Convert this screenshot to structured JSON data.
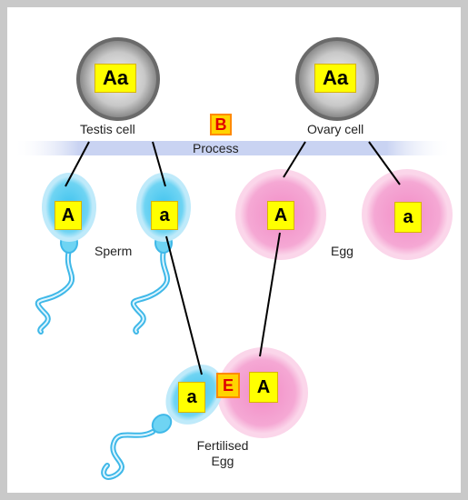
{
  "parents": {
    "testis": {
      "genotype": "Aa",
      "label": "Testis cell"
    },
    "ovary": {
      "genotype": "Aa",
      "label": "Ovary cell"
    }
  },
  "process": {
    "tag": "B",
    "label": "Process"
  },
  "sperm": {
    "alleles": [
      "A",
      "a"
    ],
    "label": "Sperm"
  },
  "eggs": {
    "alleles": [
      "A",
      "a"
    ],
    "label": "Egg"
  },
  "fertilised": {
    "sperm_allele": "a",
    "egg_allele": "A",
    "tag": "E",
    "label_line1": "Fertilised",
    "label_line2": "Egg"
  },
  "colors": {
    "background": "#c9c9c9",
    "cell_grey": "#9a9a9a",
    "sperm_blue": "#5fcff0",
    "egg_pink": "#f09ccc",
    "allele_box": "#ffff00",
    "tag_fill": "#ffd400",
    "tag_text": "#e00000"
  }
}
